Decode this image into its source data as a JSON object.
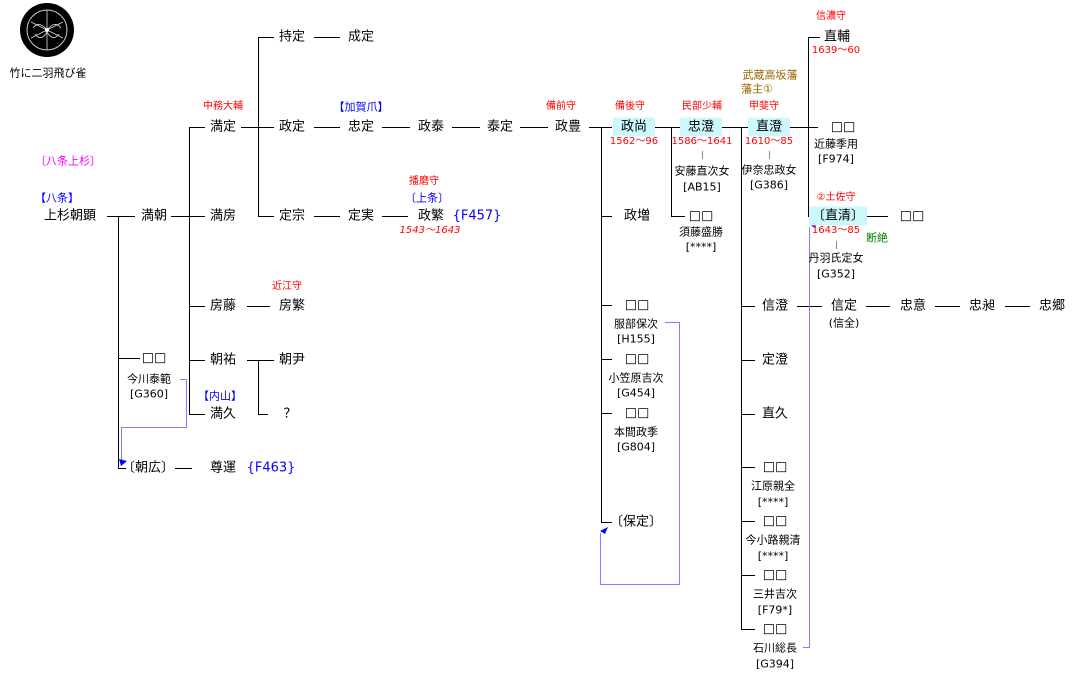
{
  "crest": {
    "caption": "竹に二羽飛び雀",
    "icon": "family-crest-icon"
  },
  "colors": {
    "title": "#ff0000",
    "branch": "#0000ff",
    "house": "#ff00ff",
    "domain": "#996600",
    "extinct": "#008000",
    "highlight": "#ccf8fc",
    "adoption_link": "#7f7fff"
  },
  "labels": {
    "house": "〔八条上杉〕",
    "hachijo": "【八条】",
    "kagatsume": "【加賀爪】",
    "uchiyama": "【内山】",
    "kamijo": "〔上条〕",
    "domain": "武蔵高坂藩",
    "domain2": "藩主①",
    "extinct": "断絶"
  },
  "people": {
    "tomoaki": "上杉朝顕",
    "mitsutomo": "満朝",
    "mitsusada": {
      "name": "満定",
      "title": "中務大輔"
    },
    "mitsufusa": "満房",
    "fusafuji": "房藤",
    "tomosuke": "朝祐",
    "mitsuhisa": "満久",
    "mochisada": "持定",
    "narisada": "成定",
    "masasada": "政定",
    "tadasada": "忠定",
    "masayasu": "政泰",
    "yasusada": "泰定",
    "masatoyo": {
      "name": "政豊",
      "title": "備前守"
    },
    "masanao": {
      "name": "政尚",
      "title": "備後守",
      "years": "1562～96"
    },
    "tadazumi": {
      "name": "忠澄",
      "title": "民部少輔",
      "years": "1586～1641",
      "wife": "安藤直次女",
      "ref": "[AB15]"
    },
    "naozumi": {
      "name": "直澄",
      "title": "甲斐守",
      "years": "1610～85",
      "wife": "伊奈忠政女",
      "ref": "[G386]"
    },
    "naosuke": {
      "name": "直輔",
      "title": "信濃守",
      "years": "1639～60"
    },
    "daughter_kondo": {
      "name": "□□",
      "spouse": "近藤季用",
      "ref": "[F974]"
    },
    "naokiyo": {
      "name": "〔直清〕",
      "title": "②土佐守",
      "years": "1643～85",
      "wife": "丹羽氏定女",
      "ref": "[G352]"
    },
    "naokiyo_child": "□□",
    "sadamune": "定宗",
    "sadazane": "定実",
    "masashige": {
      "name": "政繁",
      "title": "播磨守",
      "ref": "{F457}",
      "years": "1543～1643"
    },
    "fusashige": {
      "name": "房繁",
      "title": "近江守"
    },
    "tomotada": "朝尹",
    "unknown": "？",
    "daughter_imagawa": {
      "name": "□□",
      "spouse": "今川泰範",
      "ref": "[G360]"
    },
    "tomohiro": "〔朝広〕",
    "sonun": {
      "name": "尊運",
      "ref": "{F463}"
    },
    "masamasu": "政増",
    "daughter_sudo": {
      "name": "□□",
      "spouse": "須藤盛勝",
      "ref": "[****]"
    },
    "daughter_hattori": {
      "name": "□□",
      "spouse": "服部保次",
      "ref": "[H155]"
    },
    "daughter_ogasawara": {
      "name": "□□",
      "spouse": "小笠原吉次",
      "ref": "[G454]"
    },
    "daughter_honma": {
      "name": "□□",
      "spouse": "本間政季",
      "ref": "[G804]"
    },
    "yasusada2": "〔保定〕",
    "nobuzumi": "信澄",
    "sadazumi": "定澄",
    "naohisa": "直久",
    "daughter_ebara": {
      "name": "□□",
      "spouse": "江原親全",
      "ref": "[****]"
    },
    "daughter_imakoji": {
      "name": "□□",
      "spouse": "今小路親清",
      "ref": "[****]"
    },
    "daughter_mitsui": {
      "name": "□□",
      "spouse": "三井吉次",
      "ref": "[F79*]"
    },
    "daughter_ishikawa": {
      "name": "□□",
      "spouse": "石川総長",
      "ref": "[G394]"
    },
    "nobusada": {
      "name": "信定",
      "alt": "(信全)"
    },
    "tadaoki": "忠意",
    "tadanobu": "忠昶",
    "tadasato": "忠郷"
  }
}
